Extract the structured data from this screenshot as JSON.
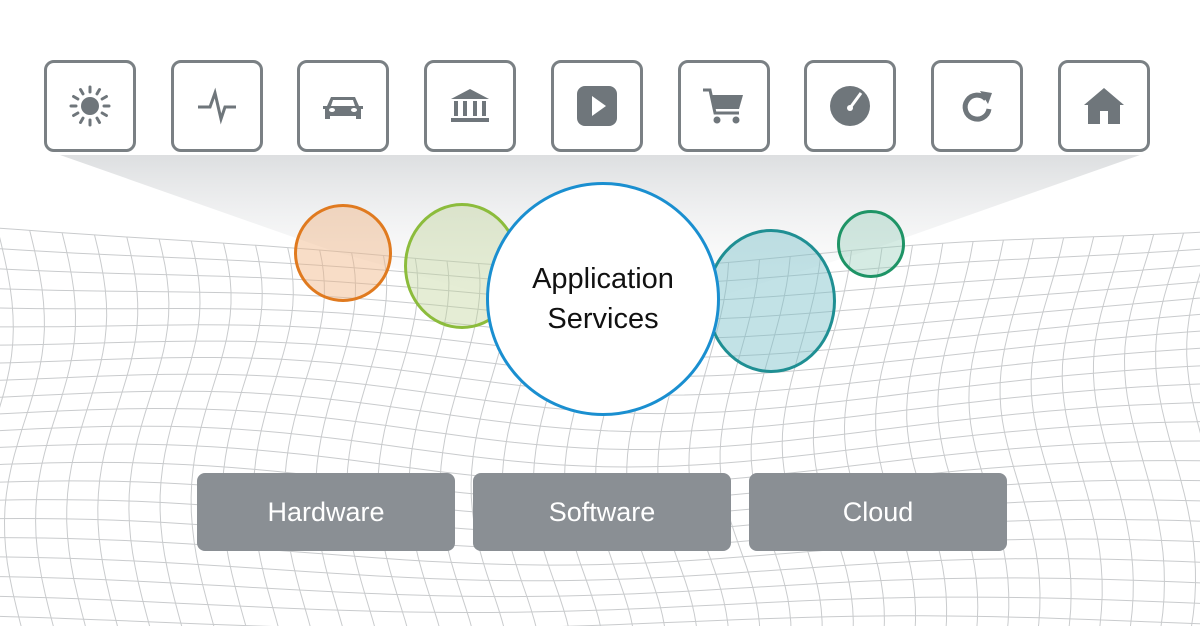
{
  "top_icons": [
    {
      "name": "sun-icon"
    },
    {
      "name": "pulse-icon"
    },
    {
      "name": "car-icon"
    },
    {
      "name": "bank-icon"
    },
    {
      "name": "play-icon"
    },
    {
      "name": "cart-icon"
    },
    {
      "name": "speedometer-icon"
    },
    {
      "name": "refresh-icon"
    },
    {
      "name": "home-icon"
    }
  ],
  "center": {
    "line1": "Application",
    "line2": "Services"
  },
  "colors": {
    "orange": "#e07a1f",
    "green": "#8cbc3c",
    "blue": "#1a8fd0",
    "teal": "#1f8f93",
    "darkgreen": "#1e9466",
    "icon": "#6f767b",
    "button": "#8a8f94"
  },
  "buttons": [
    {
      "label": "Hardware"
    },
    {
      "label": "Software"
    },
    {
      "label": "Cloud"
    }
  ]
}
